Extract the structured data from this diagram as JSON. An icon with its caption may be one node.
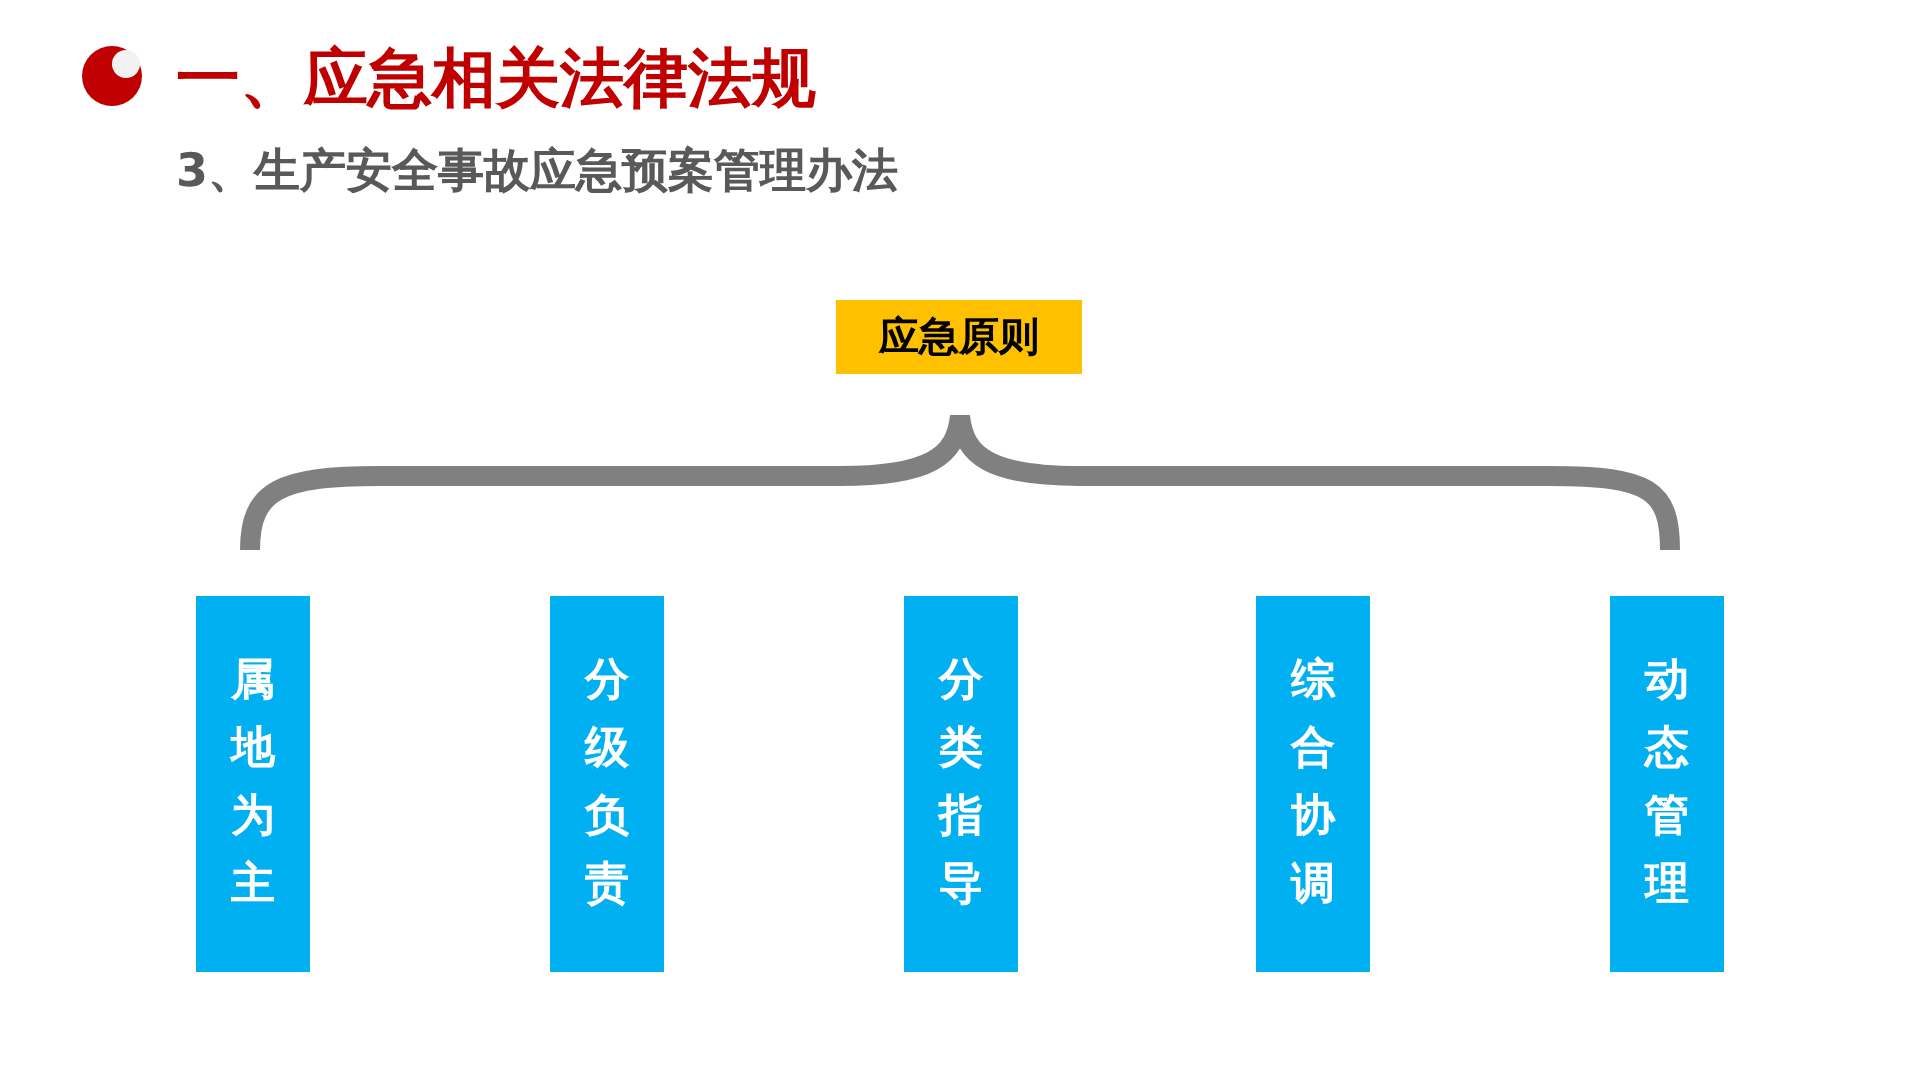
{
  "diagram": {
    "title": "一、应急相关法律法规",
    "nodes": [
      {
        "text": [
          "应急原则"
        ]
      },
      {
        "text": [
          "属地为主"
        ]
      },
      {
        "text": [
          "分级负责"
        ]
      },
      {
        "text": [
          "分类指导"
        ]
      },
      {
        "text": [
          "综合协调"
        ]
      },
      {
        "text": [
          "动态管理"
        ]
      }
    ],
    "labels": [
      "3、生产安全事故应急预案管理办法"
    ]
  }
}
